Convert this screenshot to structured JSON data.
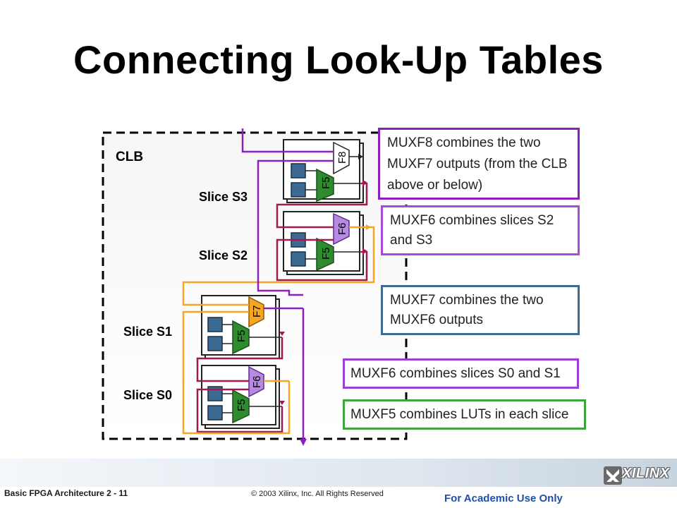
{
  "title": "Connecting Look-Up Tables",
  "clb_label": "CLB",
  "slices": {
    "s3": "Slice S3",
    "s2": "Slice S2",
    "s1": "Slice S1",
    "s0": "Slice S0"
  },
  "mux_labels": {
    "f5": "F5",
    "f6": "F6",
    "f7": "F7",
    "f8": "F8"
  },
  "callouts": {
    "muxf8": [
      "MUXF8 combines the two",
      "MUXF7 outputs (from the CLB",
      "above or below)"
    ],
    "muxf6_upper": [
      "MUXF6 combines slices S2",
      "and S3"
    ],
    "muxf7": [
      "MUXF7 combines the two",
      "MUXF6 outputs"
    ],
    "muxf6_lower": "MUXF6 combines slices S0 and S1",
    "muxf5": "MUXF5 combines LUTs in each slice"
  },
  "colors": {
    "f5": "#2e8b2e",
    "f6": "#b58ae0",
    "f7": "#f5a623",
    "f8": "#ffffff",
    "lut": "#3d6a93",
    "muxf8_wire": "#8c1fc0",
    "muxf6_wire": "#a01a50",
    "muxf7_wire": "#f5a623",
    "muxf7_border": "#3f6b8e",
    "muxf5_border": "#3ea53e"
  },
  "footer": {
    "left": "Basic FPGA Architecture  2 - 11",
    "middle": "© 2003 Xilinx, Inc. All Rights Reserved",
    "right": "For Academic Use Only",
    "logo": "XILINX"
  }
}
